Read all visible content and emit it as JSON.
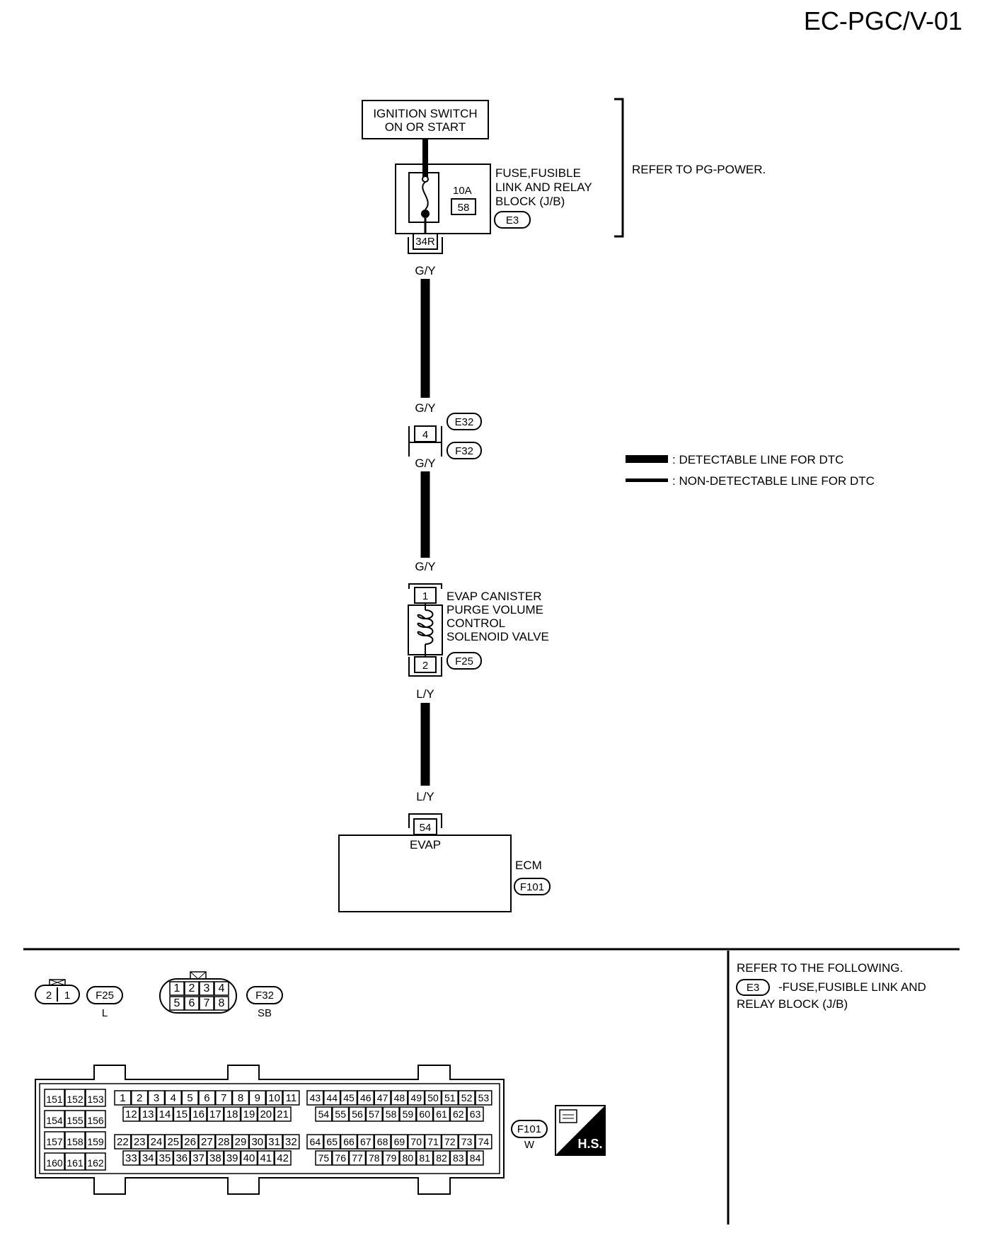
{
  "page_code": "EC-PGC/V-01",
  "ignition": {
    "line1": "IGNITION SWITCH",
    "line2": "ON OR START"
  },
  "fuse_block": {
    "rating": "10A",
    "fuse_no": "58",
    "label": [
      "FUSE,FUSIBLE",
      "LINK AND RELAY",
      "BLOCK (J/B)"
    ],
    "connector": "E3",
    "terminal": "34R"
  },
  "refer_power": "REFER TO PG-POWER.",
  "wire_colors": {
    "gy": "G/Y",
    "ly": "L/Y"
  },
  "junction": {
    "terminal": "4",
    "connector_top": "E32",
    "connector_bottom": "F32"
  },
  "legend": {
    "detectable": ": DETECTABLE LINE FOR DTC",
    "non_detectable": ": NON-DETECTABLE LINE FOR DTC"
  },
  "solenoid": {
    "terminal_in": "1",
    "terminal_out": "2",
    "label": [
      "EVAP CANISTER",
      "PURGE VOLUME",
      "CONTROL",
      "SOLENOID VALVE"
    ],
    "connector": "F25"
  },
  "ecm": {
    "terminal": "54",
    "signal": "EVAP",
    "name": "ECM",
    "connector": "F101"
  },
  "reference": {
    "title": "REFER TO THE FOLLOWING.",
    "item_connector": "E3",
    "item_text": "-FUSE,FUSIBLE LINK AND",
    "item_text2": "RELAY BLOCK (J/B)"
  },
  "connector_views": {
    "f25": {
      "id": "F25",
      "color": "L",
      "pins": [
        "2",
        "1"
      ]
    },
    "f32": {
      "id": "F32",
      "color": "SB",
      "pins_top": [
        "1",
        "2",
        "3",
        "4"
      ],
      "pins_bottom": [
        "5",
        "6",
        "7",
        "8"
      ]
    },
    "f101": {
      "id": "F101",
      "color": "W",
      "left_block": [
        [
          "151",
          "152",
          "153"
        ],
        [
          "154",
          "155",
          "156"
        ],
        [
          "157",
          "158",
          "159"
        ],
        [
          "160",
          "161",
          "162"
        ]
      ],
      "row1": [
        "1",
        "2",
        "3",
        "4",
        "5",
        "6",
        "7",
        "8",
        "9",
        "10",
        "11"
      ],
      "row2": [
        "12",
        "13",
        "14",
        "15",
        "16",
        "17",
        "18",
        "19",
        "20",
        "21"
      ],
      "row3": [
        "22",
        "23",
        "24",
        "25",
        "26",
        "27",
        "28",
        "29",
        "30",
        "31",
        "32"
      ],
      "row4": [
        "33",
        "34",
        "35",
        "36",
        "37",
        "38",
        "39",
        "40",
        "41",
        "42"
      ],
      "row1b": [
        "43",
        "44",
        "45",
        "46",
        "47",
        "48",
        "49",
        "50",
        "51",
        "52",
        "53"
      ],
      "row2b": [
        "54",
        "55",
        "56",
        "57",
        "58",
        "59",
        "60",
        "61",
        "62",
        "63"
      ],
      "row3b": [
        "64",
        "65",
        "66",
        "67",
        "68",
        "69",
        "70",
        "71",
        "72",
        "73",
        "74"
      ],
      "row4b": [
        "75",
        "76",
        "77",
        "78",
        "79",
        "80",
        "81",
        "82",
        "83",
        "84"
      ]
    }
  },
  "hs_badge": "H.S."
}
